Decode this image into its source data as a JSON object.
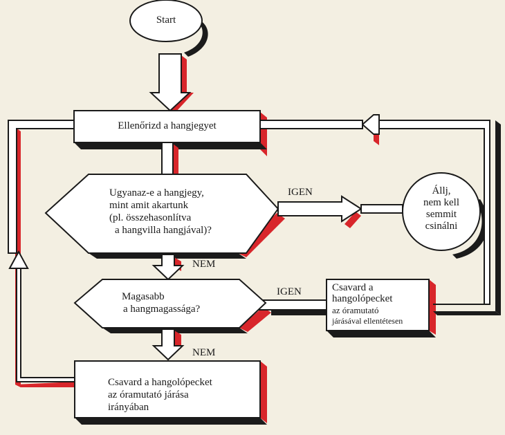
{
  "flowchart": {
    "start": "Start",
    "check": "Ellenőrizd a hangjegyet",
    "question_same": {
      "line1": "Ugyanaz-e a hangjegy,",
      "line2": "mint amit akartunk",
      "line3": "(pl. összehasonlítva",
      "line4": "a hangvilla hangjával)?"
    },
    "stop": {
      "line1": "Állj,",
      "line2": "nem kell",
      "line3": "semmit",
      "line4": "csinálni"
    },
    "yes_label_1": "IGEN",
    "no_label_1": "NEM",
    "question_higher": {
      "line1": "Magasabb",
      "line2": "a hangmagassága?"
    },
    "yes_label_2": "IGEN",
    "no_label_2": "NEM",
    "turn_counter": {
      "line1": "Csavard a",
      "line2": "hangolópecket",
      "line3": "az óramutató",
      "line4": "járásával ellentétesen"
    },
    "turn_clockwise": {
      "line1": "Csavard a hangolópecket",
      "line2": "az óramutató járása",
      "line3": "irányában"
    }
  },
  "colors": {
    "paper": "#f3efe2",
    "box_fill": "#ffffff",
    "outline": "#1a1a1a",
    "shadow_red": "#d8262b",
    "shadow_dark": "#1b1b1b"
  }
}
